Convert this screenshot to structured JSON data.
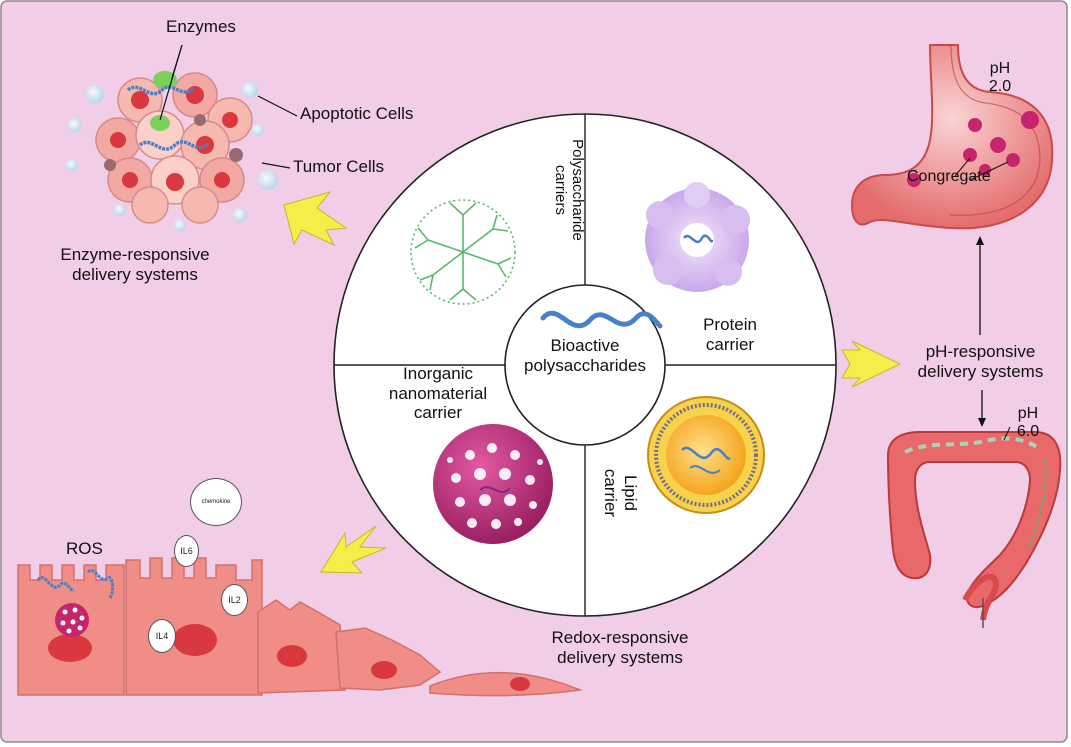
{
  "center": {
    "line1": "Bioactive",
    "line2": "polysaccharides"
  },
  "carriers": {
    "polysaccharide": {
      "line1": "Polysaccharide",
      "line2": "carriers"
    },
    "protein": {
      "line1": "Protein",
      "line2": "carrier"
    },
    "inorganic": {
      "line1": "Inorganic",
      "line2": "nanomaterial",
      "line3": "carrier"
    },
    "lipid": {
      "line1": "Lipid",
      "line2": "carrier"
    }
  },
  "enzyme_panel": {
    "enzymes": "Enzymes",
    "apoptotic": "Apoptotic Cells",
    "tumor": "Tumor Cells",
    "title_line1": "Enzyme-responsive",
    "title_line2": "delivery systems"
  },
  "ph_panel": {
    "stomach_ph": "pH",
    "stomach_ph_val": "2.0",
    "congregate": "Congregate",
    "title_line1": "pH-responsive",
    "title_line2": "delivery systems",
    "intestine_ph": "pH",
    "intestine_ph_val": "6.0"
  },
  "redox_panel": {
    "ros": "ROS",
    "chemokine": "chemokine",
    "il6": "IL6",
    "il2": "IL2",
    "il4": "IL4",
    "title_line1": "Redox-responsive",
    "title_line2": "delivery systems"
  },
  "colors": {
    "background": "#f1cde8",
    "arrow_fill": "#f3ee4a",
    "cell_pink": "#ef8d86",
    "nucleus_red": "#d9383f",
    "polymer_blue": "#4a7fc9"
  }
}
